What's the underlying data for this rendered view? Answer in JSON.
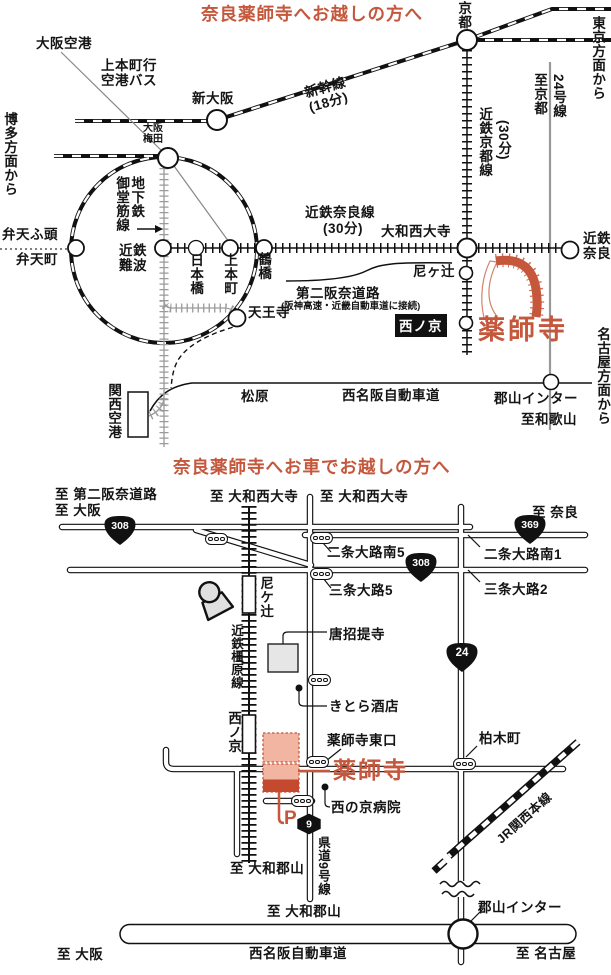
{
  "colors": {
    "accent": "#c4573c",
    "temple_pink": "#f2b5a2",
    "temple_red": "#c4492e",
    "grey_line": "#999999"
  },
  "rail_map": {
    "title": "奈良薬師寺へお越しの方へ",
    "labels": {
      "osaka_airport": "大阪空港",
      "airport_bus": "上本町行\n空港バス",
      "shin_osaka": "新大阪",
      "from_hakata": "博多方面から",
      "osaka_umeda": "大阪\n梅田",
      "subway_midosuji": "地下鉄\n御堂筋線",
      "benten_futo": "弁天ふ頭",
      "bentencho": "弁天町",
      "kintetsu_namba": "近鉄\n難波",
      "nipponbashi": "日本橋",
      "uehommachi": "上本町",
      "tsuruhashi": "鶴橋",
      "tennoji": "天王寺",
      "kyoto": "京都",
      "from_tokyo": "東京方面から",
      "shinkansen": "新幹線\n(18分)",
      "to_kyoto": "至京都",
      "route24": "24号線",
      "kintetsu_kyoto_line": "近鉄京都線",
      "kyoto_line_time": "(30分)",
      "kintetsu_nara_line": "近鉄奈良線",
      "nara_line_time": "(30分)",
      "yamato_saidaiji": "大和西大寺",
      "amagatsuji": "尼ヶ辻",
      "daini_hanna": "第二阪奈道路",
      "daini_hanna_note": "(阪神高速・近畿自動車道に接続)",
      "nishinokyo": "西ノ京",
      "yakushiji": "薬師寺",
      "kintetsu_nara": "近鉄\n奈良",
      "from_nagoya": "名古屋方面から",
      "kansai_airport": "関西空港",
      "matsubara": "松原",
      "nishimeihan": "西名阪自動車道",
      "koriyama_ic": "郡山インター",
      "to_wakayama": "至和歌山"
    }
  },
  "road_map": {
    "title": "奈良薬師寺へお車でお越しの方へ",
    "labels": {
      "to_daini_hanna": "至 第二阪奈道路",
      "to_osaka_top": "至 大阪",
      "to_saidaiji_rail": "至 大和西大寺",
      "to_saidaiji_road": "至 大和西大寺",
      "to_nara": "至 奈良",
      "nijo_oji_minami_5": "二条大路南5",
      "nijo_oji_minami_1": "二条大路南1",
      "sanjo_oji_5": "三条大路5",
      "sanjo_oji_2": "三条大路2",
      "amagatsuji": "尼ケ辻",
      "kintetsu_kashihara_line": "近鉄橿原線",
      "toshodaiji": "唐招提寺",
      "kitora": "きとら酒店",
      "nishinokyo": "西ノ京",
      "yakushiji_east": "薬師寺東口",
      "yakushiji": "薬師寺",
      "hospital": "西の京病院",
      "parking": "P",
      "kashiwagicho": "柏木町",
      "kendo9": "県道9号線",
      "to_koriyama_a": "至 大和郡山",
      "to_koriyama_b": "至 大和郡山",
      "jr_kansai": "JR関西本線",
      "koriyama_ic": "郡山インター",
      "to_nagoya": "至 名古屋",
      "nishimeihan": "西名阪自動車道",
      "to_osaka_bottom": "至 大阪"
    },
    "shields": {
      "r308": "308",
      "r369": "369",
      "r24": "24",
      "r9": "9"
    }
  }
}
